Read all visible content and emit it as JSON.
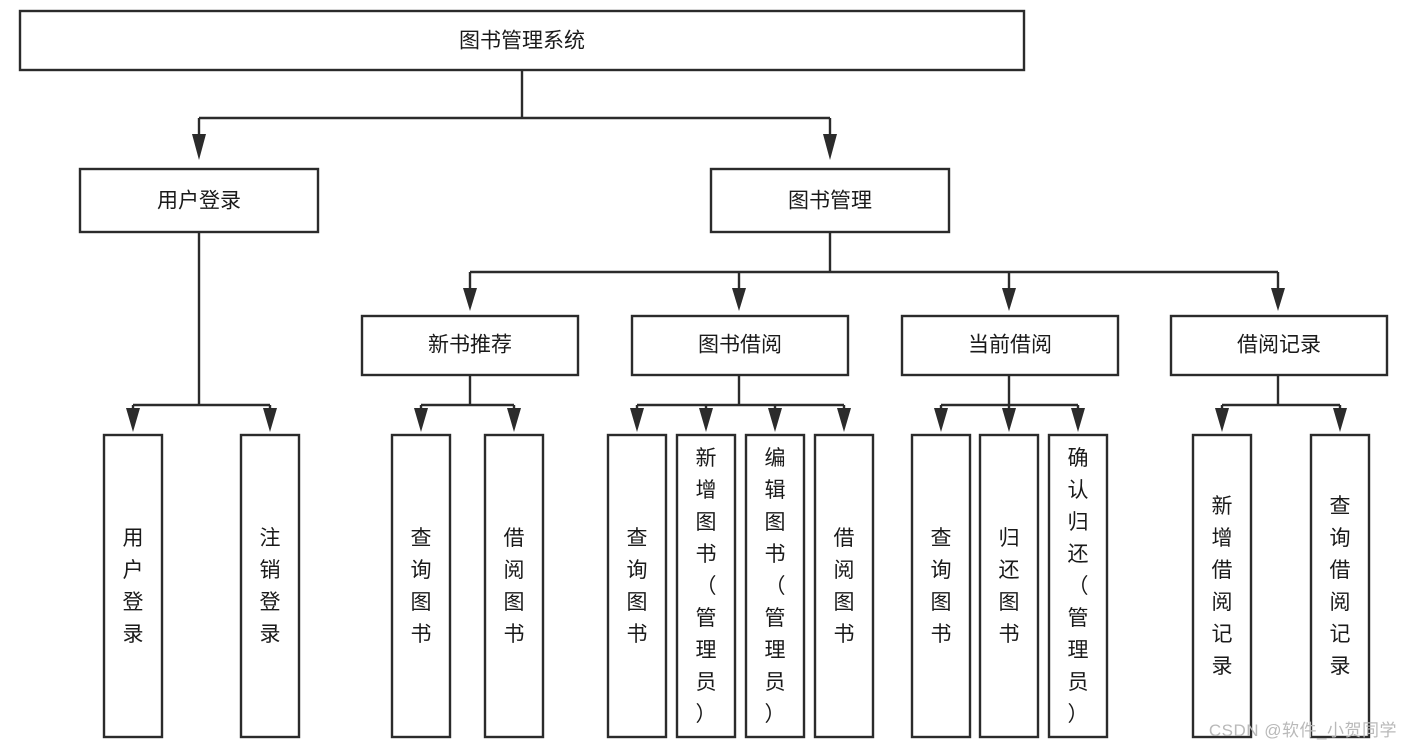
{
  "diagram": {
    "title": "图书管理系统",
    "type": "tree-hierarchy-diagram",
    "colors": {
      "box_stroke": "#2b2b2b",
      "box_fill": "#ffffff",
      "text": "#1a1a1a",
      "background": "#ffffff",
      "watermark": "#b9b9b9"
    },
    "levels": {
      "level1": [
        {
          "id": "root",
          "label": "图书管理系统",
          "orientation": "horizontal"
        }
      ],
      "level2": [
        {
          "id": "user-login",
          "label": "用户登录",
          "orientation": "horizontal"
        },
        {
          "id": "book-manage",
          "label": "图书管理",
          "orientation": "horizontal"
        }
      ],
      "level3": [
        {
          "id": "new-book-rec",
          "label": "新书推荐",
          "orientation": "horizontal",
          "parent": "book-manage"
        },
        {
          "id": "book-borrow",
          "label": "图书借阅",
          "orientation": "horizontal",
          "parent": "book-manage"
        },
        {
          "id": "current-borrow",
          "label": "当前借阅",
          "orientation": "horizontal",
          "parent": "book-manage"
        },
        {
          "id": "borrow-record",
          "label": "借阅记录",
          "orientation": "horizontal",
          "parent": "book-manage"
        }
      ],
      "level4": [
        {
          "id": "leaf-user-login",
          "label": "用户登录",
          "orientation": "vertical",
          "parent": "user-login"
        },
        {
          "id": "leaf-logout",
          "label": "注销登录",
          "orientation": "vertical",
          "parent": "user-login"
        },
        {
          "id": "leaf-query-book-1",
          "label": "查询图书",
          "orientation": "vertical",
          "parent": "new-book-rec"
        },
        {
          "id": "leaf-borrow-book-1",
          "label": "借阅图书",
          "orientation": "vertical",
          "parent": "new-book-rec"
        },
        {
          "id": "leaf-query-book-2",
          "label": "查询图书",
          "orientation": "vertical",
          "parent": "book-borrow"
        },
        {
          "id": "leaf-add-book",
          "label": "新增图书（管理员）",
          "orientation": "vertical",
          "parent": "book-borrow"
        },
        {
          "id": "leaf-edit-book",
          "label": "编辑图书（管理员）",
          "orientation": "vertical",
          "parent": "book-borrow"
        },
        {
          "id": "leaf-borrow-book-2",
          "label": "借阅图书",
          "orientation": "vertical",
          "parent": "book-borrow"
        },
        {
          "id": "leaf-query-book-3",
          "label": "查询图书",
          "orientation": "vertical",
          "parent": "current-borrow"
        },
        {
          "id": "leaf-return-book",
          "label": "归还图书",
          "orientation": "vertical",
          "parent": "current-borrow"
        },
        {
          "id": "leaf-confirm-return",
          "label": "确认归还（管理员）",
          "orientation": "vertical",
          "parent": "current-borrow"
        },
        {
          "id": "leaf-add-record",
          "label": "新增借阅记录",
          "orientation": "vertical",
          "parent": "borrow-record"
        },
        {
          "id": "leaf-query-record",
          "label": "查询借阅记录",
          "orientation": "vertical",
          "parent": "borrow-record"
        }
      ]
    }
  },
  "watermark": {
    "text": "CSDN @软件_小贺同学"
  }
}
